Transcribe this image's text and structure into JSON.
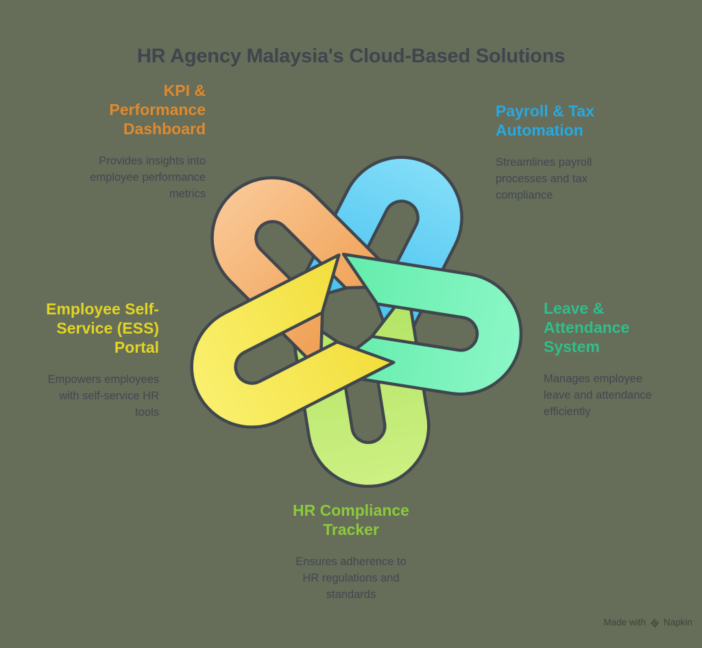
{
  "title": "HR Agency Malaysia's Cloud-Based Solutions",
  "palette": {
    "background": "#666D59",
    "outline": "#3F464D",
    "title_color": "#3E464E",
    "body_color": "#3E4651"
  },
  "sections": {
    "kpi": {
      "heading": "KPI &\nPerformance\nDashboard",
      "description": "Provides insights into\nemployee performance\nmetrics",
      "color": "#DF8A2F",
      "loop_fill": [
        "#F9C795",
        "#EF9D4E"
      ]
    },
    "payroll": {
      "heading": "Payroll & Tax\nAutomation",
      "description": "Streamlines payroll\nprocesses and tax\ncompliance",
      "color": "#28A9E0",
      "loop_fill": [
        "#83DEF8",
        "#3FBDEF"
      ]
    },
    "leave": {
      "heading": "Leave &\nAttendance\nSystem",
      "description": "Manages employee\nleave and attendance\nefficiently",
      "color": "#2FBF8B",
      "loop_fill": [
        "#8BF7C6",
        "#63ECAB"
      ]
    },
    "compliance": {
      "heading": "HR Compliance\nTracker",
      "description": "Ensures adherence to\nHR regulations and\nstandards",
      "color": "#8CCA3D",
      "loop_fill": [
        "#CDF083",
        "#B2E464"
      ]
    },
    "ess": {
      "heading": "Employee Self-\nService (ESS)\nPortal",
      "description": "Empowers employees\nwith self-service HR\ntools",
      "color": "#E2D522",
      "loop_fill": [
        "#FAF06E",
        "#F2DE3B"
      ]
    }
  },
  "watermark": {
    "prefix": "Made with",
    "brand": "Napkin"
  }
}
